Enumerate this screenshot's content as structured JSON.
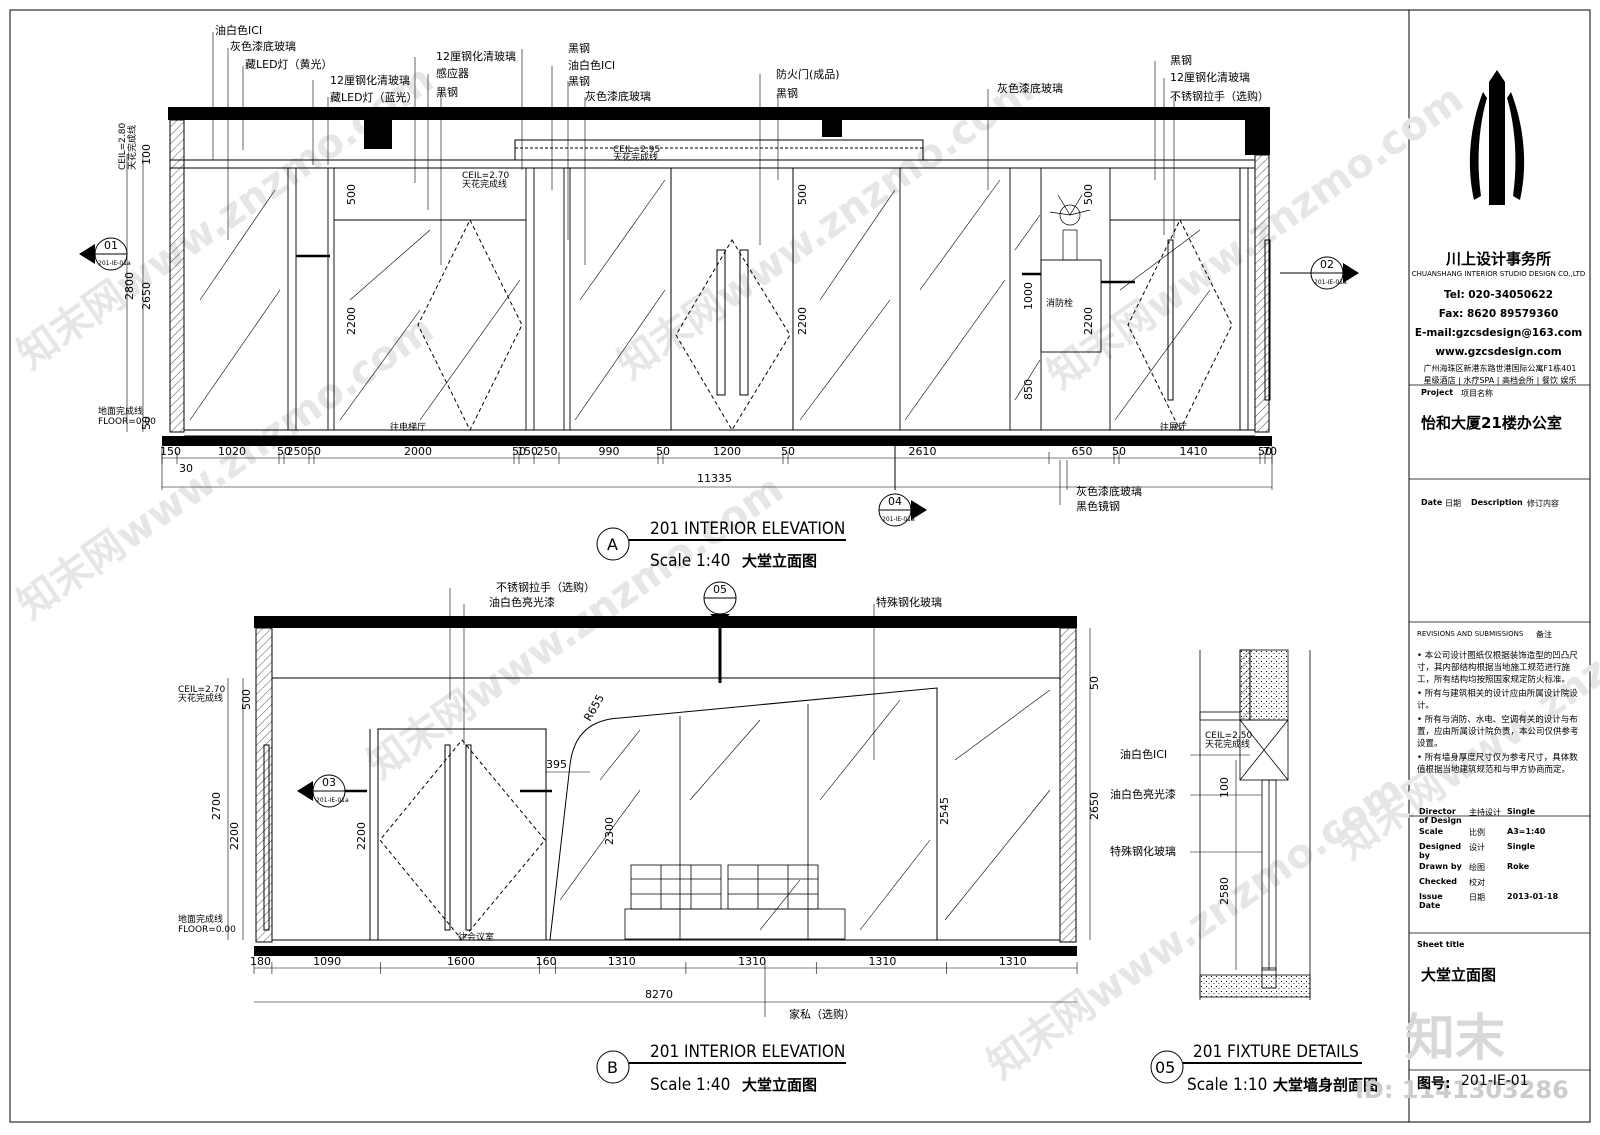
{
  "firm": {
    "name": "川上设计事务所",
    "name_en": "CHUANSHANG INTERIOR STUDIO DESIGN CO.,LTD",
    "tel": "Tel: 020-34050622",
    "fax": "Fax: 8620 89579360",
    "email": "E-mail:gzcsdesign@163.com",
    "web": "www.gzcsdesign.com",
    "address": "广州海珠区新港东路世港国际公寓F1栋401",
    "services": "星级酒店 | 水疗SPA | 高档会所 | 餐饮 娱乐"
  },
  "project": {
    "label": "Project",
    "label_cn": "项目名称",
    "name": "怡和大厦21楼办公室"
  },
  "revision_header": {
    "date": "Date",
    "date_cn": "日期",
    "description": "Description",
    "description_cn": "修订内容"
  },
  "remarks": {
    "title": "REVISIONS AND SUBMISSIONS",
    "title_cn": "备注",
    "items": [
      "• 本公司设计图纸仅根据装饰造型的凹凸尺寸，其内部结构根据当地施工规范进行施工，所有结构均按照国家规定防火标准。",
      "• 所有与建筑相关的设计应由所属设计院设计。",
      "• 所有与消防、水电、空调有关的设计与布置，应由所属设计院负责，本公司仅供参考设置。",
      "• 所有墙身厚度尺寸仅为参考尺寸，具体数值根据当地建筑规范和与甲方协商而定。"
    ]
  },
  "info_table": [
    {
      "key": "Director of Design",
      "cn": "主持设计",
      "value": "Single"
    },
    {
      "key": "Scale",
      "cn": "比例",
      "value": "A3=1:40"
    },
    {
      "key": "Designed by",
      "cn": "设计",
      "value": "Single"
    },
    {
      "key": "Drawn by",
      "cn": "绘图",
      "value": "Roke"
    },
    {
      "key": "Checked",
      "cn": "校对",
      "value": ""
    },
    {
      "key": "Issue Date",
      "cn": "日期",
      "value": "2013-01-18"
    }
  ],
  "sheet": {
    "title_label": "Sheet title",
    "title": "大堂立面图",
    "number_label": "图号:",
    "number": "201-IE-01"
  },
  "watermark": {
    "text": "知末网www.znzmo.com",
    "logo": "知末",
    "id": "ID: 1141303286"
  },
  "elevation_a": {
    "tag": "A",
    "title": "201  INTERIOR ELEVATION",
    "scale": "Scale 1:40",
    "name": "大堂立面图",
    "labels_top": [
      "油白色ICI",
      "灰色漆底玻璃",
      "藏LED灯（黄光）",
      "12厘钢化清玻璃",
      "藏LED灯（蓝光）",
      "12厘钢化清玻璃",
      "感应器",
      "黑钢",
      "黑钢",
      "油白色ICI",
      "黑钢",
      "灰色漆底玻璃",
      "防火门(成品)",
      "黑钢",
      "灰色漆底玻璃",
      "黑钢",
      "12厘钢化清玻璃",
      "不锈钢拉手（选购）"
    ],
    "labels_bottom": [
      "灰色漆底玻璃",
      "黑色镜钢"
    ],
    "ceil_1": "CEIL=2.80",
    "ceil_1_cn": "天花完成线",
    "ceil_2": "CEIL=2.70",
    "ceil_2_cn": "天花完成线",
    "ceil_3": "CEIL=2.95",
    "ceil_3_cn": "天花完成线",
    "floor": "FLOOR=0.00",
    "floor_cn": "地面完成线",
    "to_lift": "往电梯厅",
    "to_hall": "往展厅",
    "hydrant": "消防栓",
    "dims_bottom": [
      "150",
      "1020",
      "50",
      "250",
      "50",
      "2000",
      "50",
      "150",
      "250",
      "990",
      "50",
      "1200",
      "50",
      "2610",
      "650",
      "50",
      "1410",
      "50",
      "70"
    ],
    "dim_30": "30",
    "total": "11335",
    "dims_left": [
      "100",
      "2800",
      "2650",
      "50"
    ],
    "dims_inner": [
      "500",
      "2200",
      "500",
      "2200",
      "500",
      "1000",
      "2200",
      "850"
    ],
    "callouts": [
      {
        "num": "01",
        "ref": "201-IE-01a"
      },
      {
        "num": "02",
        "ref": "201-IE-01a"
      },
      {
        "num": "04",
        "ref": "201-IE-01a"
      }
    ]
  },
  "elevation_b": {
    "tag": "B",
    "title": "201  INTERIOR ELEVATION",
    "scale": "Scale 1:40",
    "name": "大堂立面图",
    "labels_top": [
      "不锈钢拉手（选购）",
      "油白色亮光漆",
      "特殊钢化玻璃"
    ],
    "labels_bottom": [
      "家私（选购）"
    ],
    "ceil": "CEIL=2.70",
    "ceil_cn": "天花完成线",
    "floor": "FLOOR=0.00",
    "floor_cn": "地面完成线",
    "to_meeting": "往会议室",
    "radius": "R655",
    "dim_395": "395",
    "dims_bottom": [
      "180",
      "1090",
      "1600",
      "160",
      "1310",
      "1310",
      "1310",
      "1310"
    ],
    "total": "8270",
    "dims_left": [
      "500",
      "2700",
      "2200",
      "2200"
    ],
    "dims_inner": [
      "2300",
      "2545",
      "2650",
      "50"
    ],
    "callouts": [
      {
        "num": "05",
        "ref": ""
      },
      {
        "num": "03",
        "ref": "201-IE-01a"
      }
    ]
  },
  "detail_05": {
    "tag": "05",
    "title": "201  FIXTURE DETAILS",
    "scale": "Scale 1:10",
    "name": "大堂墙身剖面图",
    "labels": [
      "油白色ICI",
      "油白色亮光漆",
      "特殊钢化玻璃"
    ],
    "ceil": "CEIL=2.50",
    "ceil_cn": "天花完成线",
    "dims": [
      "100",
      "2580"
    ]
  }
}
